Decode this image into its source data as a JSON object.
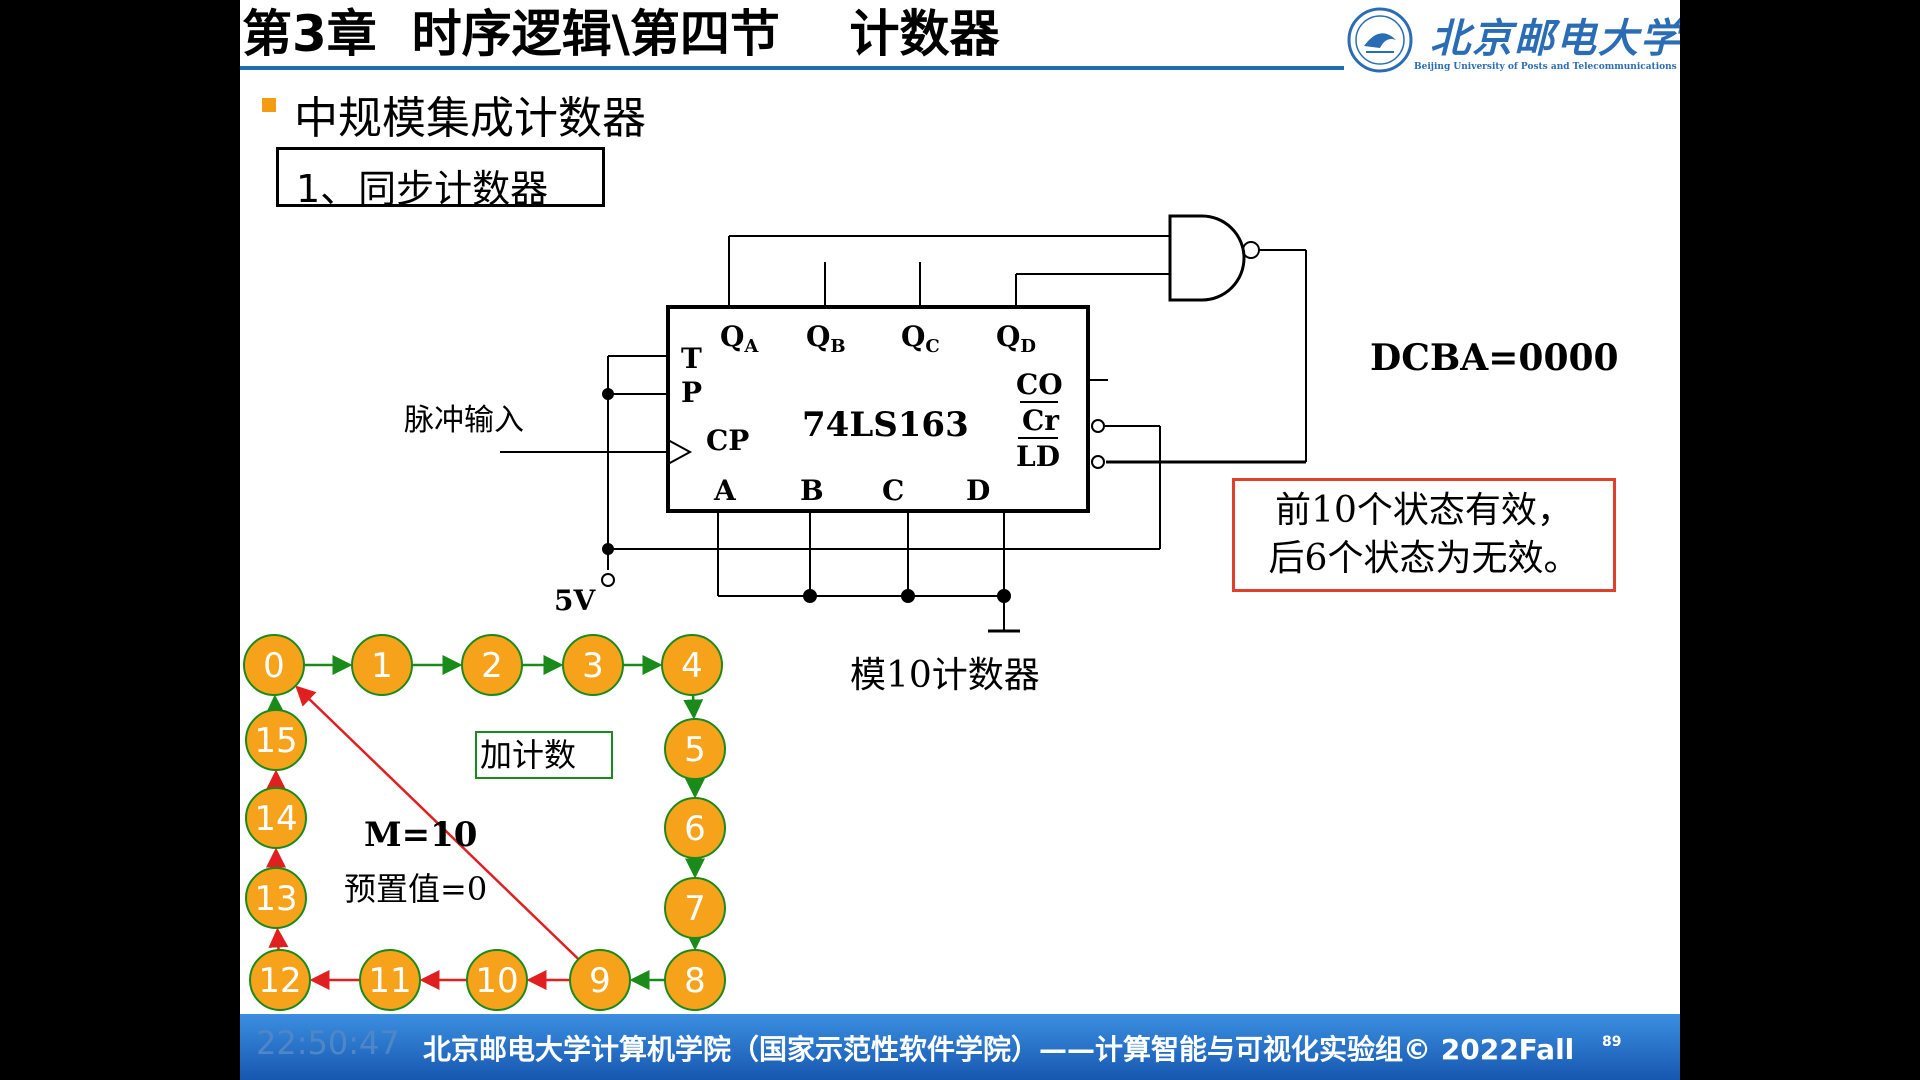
{
  "title": "第3章  时序逻辑\\第四节    计数器",
  "logo": {
    "name": "北京邮电大学",
    "subtitle": "Beijing University of Posts and Telecommunications"
  },
  "heading": "中规模集成计数器",
  "subheading": "1、同步计数器",
  "chip": {
    "name": "74LS163",
    "outputs": [
      {
        "q": "Q",
        "sub": "A"
      },
      {
        "q": "Q",
        "sub": "B"
      },
      {
        "q": "Q",
        "sub": "C"
      },
      {
        "q": "Q",
        "sub": "D"
      }
    ],
    "pins_left": {
      "t": "T",
      "p": "P",
      "cp": "CP"
    },
    "pins_right": {
      "co": "CO",
      "cr": "Cr",
      "ld": "LD"
    },
    "inputs": [
      "A",
      "B",
      "C",
      "D"
    ]
  },
  "pulse_label": "脉冲输入",
  "vcc_label": "5V",
  "dcba": "DCBA=0000",
  "note": {
    "line1": "前10个状态有效，",
    "line2": "后6个状态为无效。"
  },
  "mod_label": "模10计数器",
  "state_diagram": {
    "states": [
      "0",
      "1",
      "2",
      "3",
      "4",
      "5",
      "6",
      "7",
      "8",
      "9",
      "10",
      "11",
      "12",
      "13",
      "14",
      "15"
    ],
    "count_label": "加计数",
    "m_label": "M=10",
    "preset_label": "预置值=0",
    "node_color": "#f7a21b",
    "valid_arrow_color": "#1a8a1a",
    "invalid_arrow_color": "#e02020"
  },
  "footer": {
    "clock": "22:50:47",
    "text": "北京邮电大学计算机学院（国家示范性软件学院）——计算智能与可视化实验组© 2022Fall",
    "page": "89"
  }
}
